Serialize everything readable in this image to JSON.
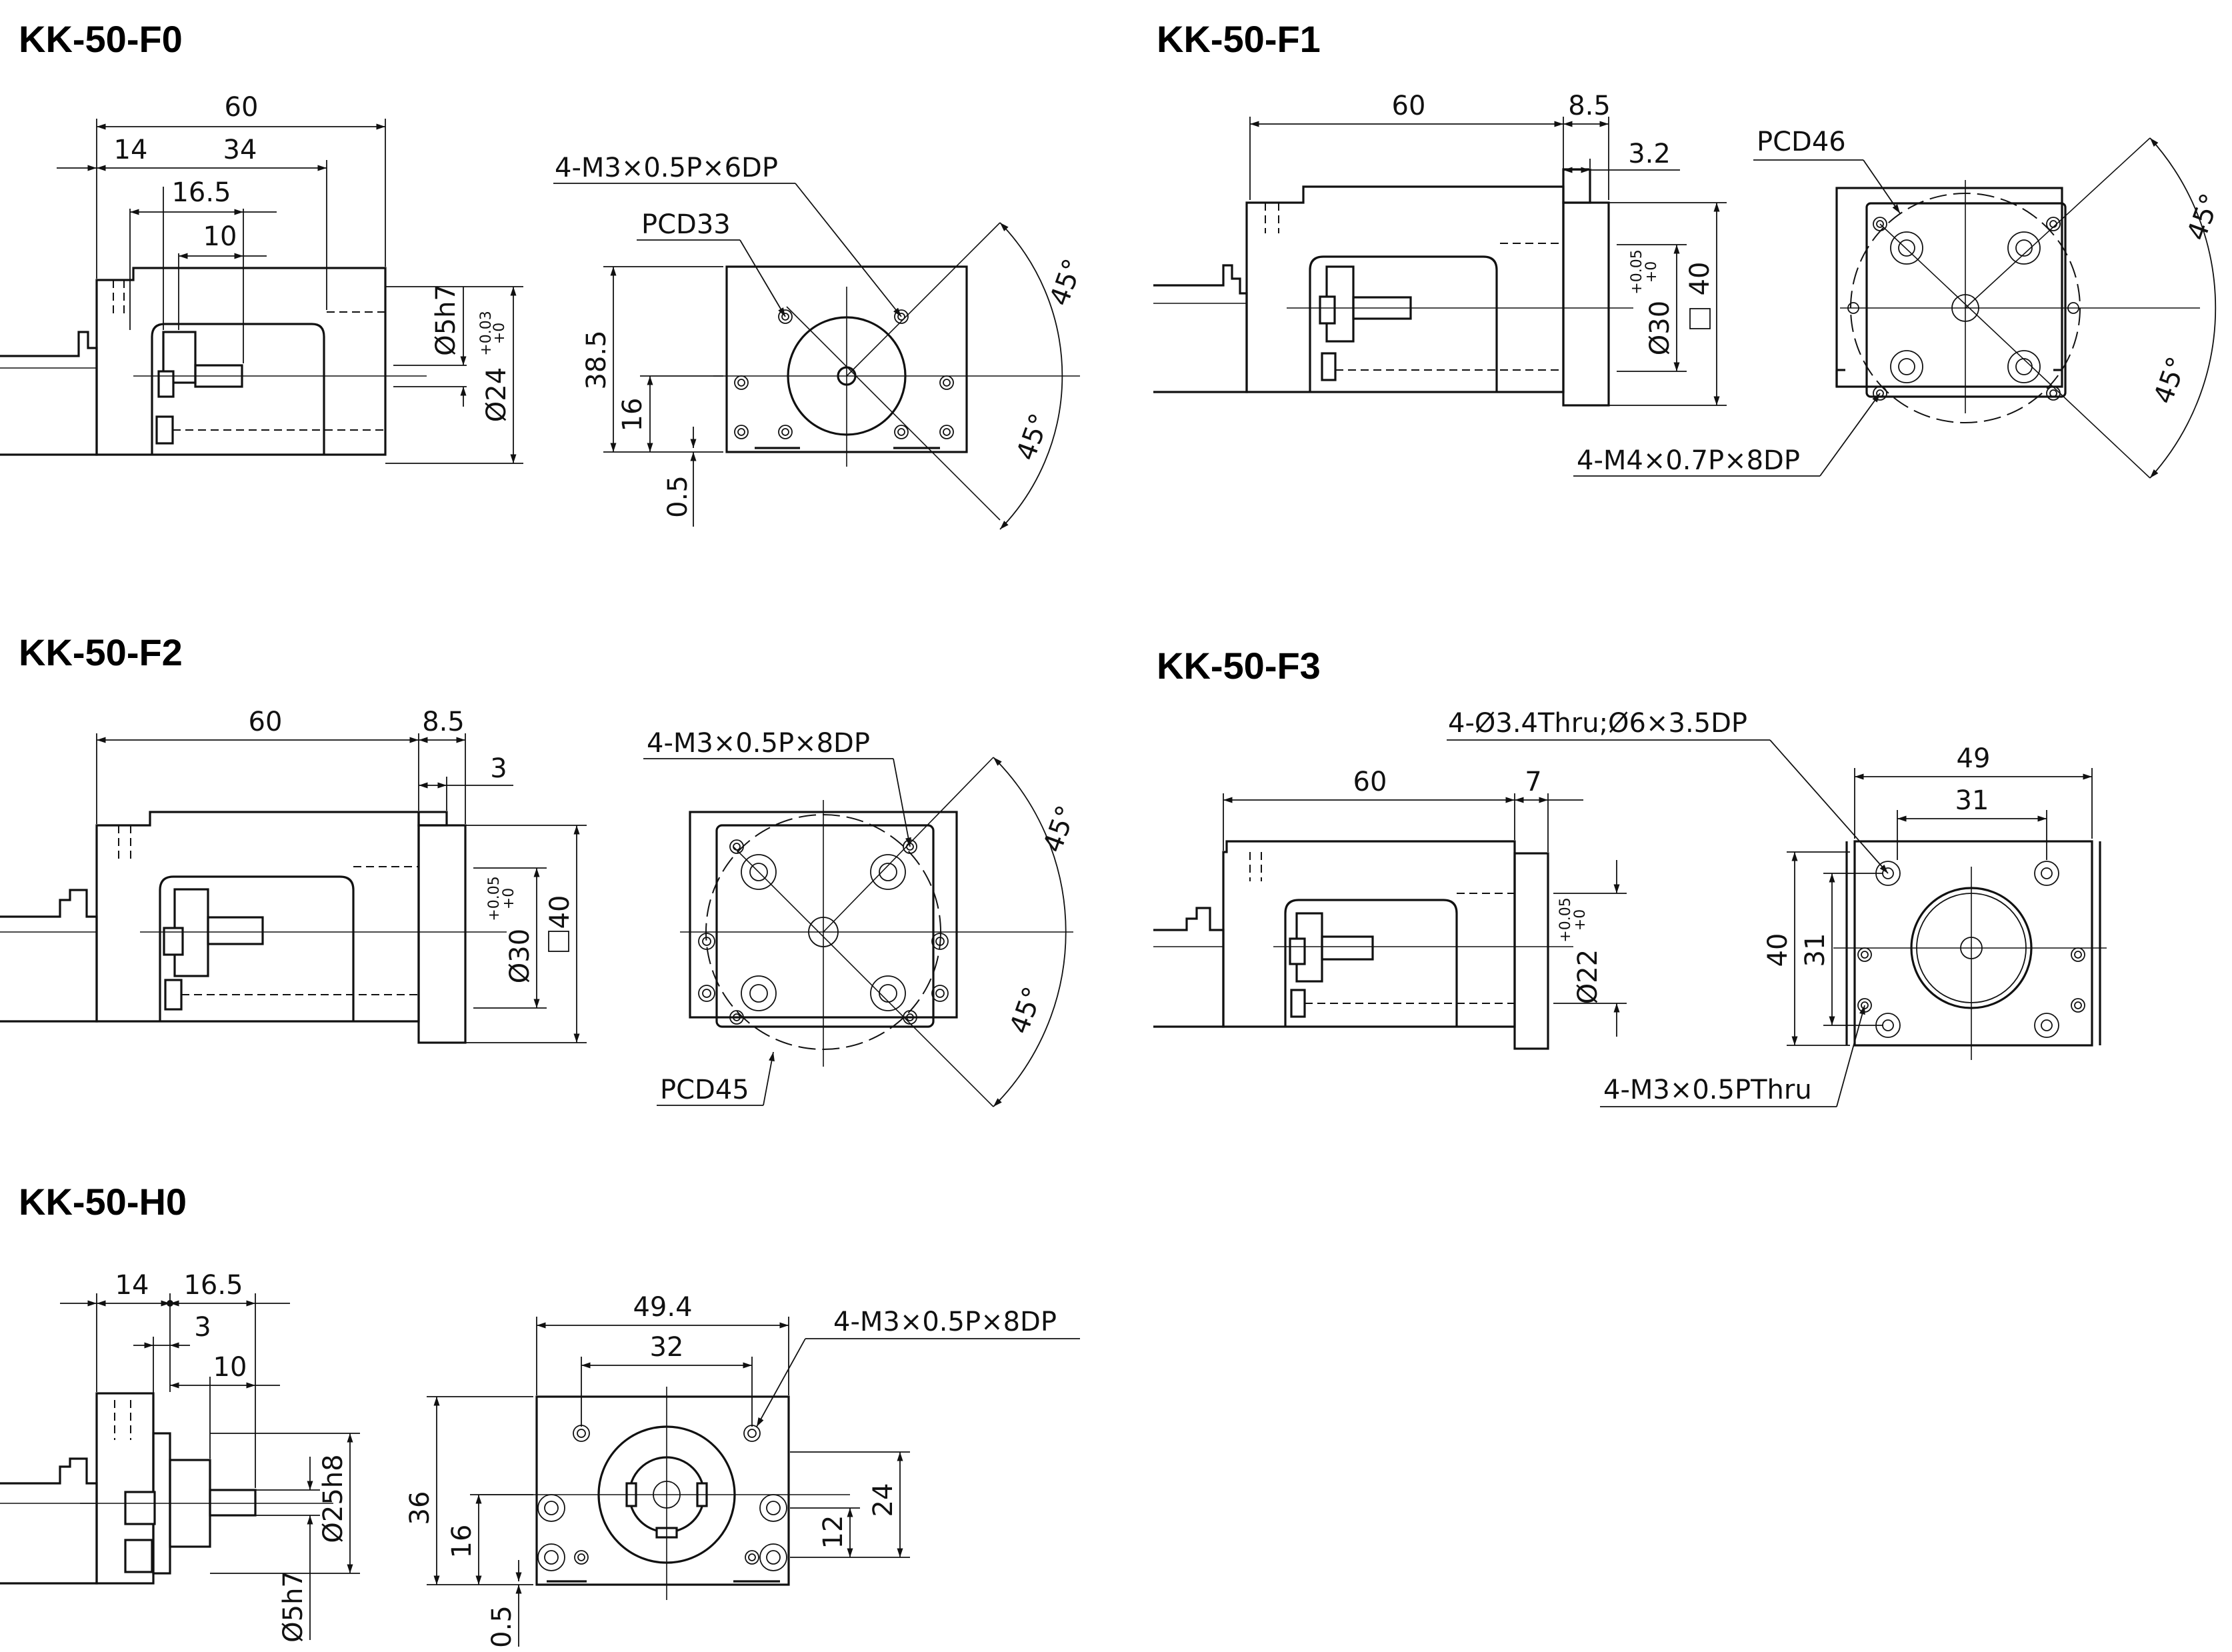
{
  "views": {
    "f0": {
      "title": "KK-50-F0",
      "dims": {
        "d60": "60",
        "d14": "14",
        "d34": "34",
        "d16_5": "16.5",
        "d10": "10",
        "d38_5": "38.5",
        "d16": "16",
        "d0_5": "0.5",
        "shaft": "Ø5h7",
        "pilot": "Ø24",
        "pilot_tol_upper": "+0.03",
        "pilot_tol_lower": "+0",
        "ang1": "45°",
        "ang2": "45°"
      },
      "callouts": {
        "holes": "4-M3×0.5P×6DP",
        "pcd": "PCD33"
      }
    },
    "f1": {
      "title": "KK-50-F1",
      "dims": {
        "d60": "60",
        "d8_5": "8.5",
        "d3_2": "3.2",
        "pilot": "Ø30",
        "pilot_tol_upper": "+0.05",
        "pilot_tol_lower": "+0",
        "sq40": "40",
        "ang1": "45°",
        "ang2": "45°"
      },
      "callouts": {
        "pcd": "PCD46",
        "holes": "4-M4×0.7P×8DP"
      }
    },
    "f2": {
      "title": "KK-50-F2",
      "dims": {
        "d60": "60",
        "d8_5": "8.5",
        "d3": "3",
        "pilot": "Ø30",
        "pilot_tol_upper": "+0.05",
        "pilot_tol_lower": "+0",
        "sq40": "40",
        "ang1": "45°",
        "ang2": "45°"
      },
      "callouts": {
        "holes": "4-M3×0.5P×8DP",
        "pcd": "PCD45"
      }
    },
    "f3": {
      "title": "KK-50-F3",
      "dims": {
        "d60": "60",
        "d7": "7",
        "pilot": "Ø22",
        "pilot_tol_upper": "+0.05",
        "pilot_tol_lower": "+0",
        "d49": "49",
        "d31h": "31",
        "d40": "40",
        "d31v": "31"
      },
      "callouts": {
        "thru": "4-Ø3.4Thru;Ø6×3.5DP",
        "holes": "4-M3×0.5PThru"
      }
    },
    "h0": {
      "title": "KK-50-H0",
      "dims": {
        "d14": "14",
        "d16_5": "16.5",
        "d3": "3",
        "d10": "10",
        "pilot": "Ø25h8",
        "shaft": "Ø5h7",
        "d49_4": "49.4",
        "d32": "32",
        "d36": "36",
        "d16": "16",
        "d0_5": "0.5",
        "d24": "24",
        "d12": "12"
      },
      "callouts": {
        "holes": "4-M3×0.5P×8DP"
      }
    }
  }
}
